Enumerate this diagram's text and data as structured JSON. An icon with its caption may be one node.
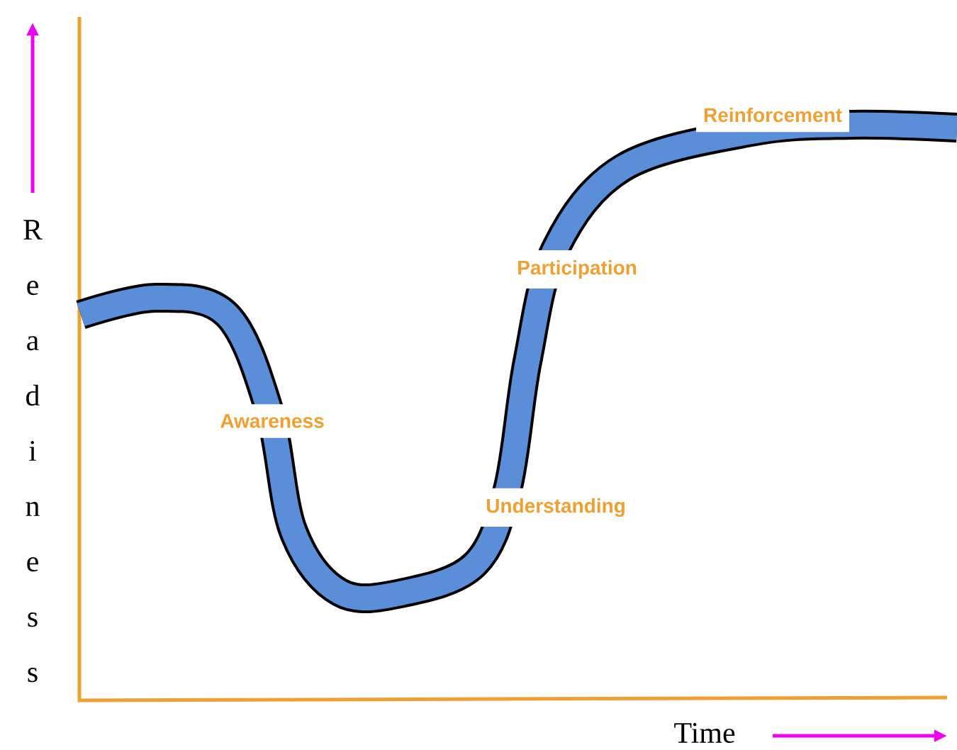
{
  "diagram": {
    "labels": [
      "Readiness",
      "Awareness",
      "Understanding",
      "Participation",
      "Reinforcement",
      "Time"
    ]
  }
}
